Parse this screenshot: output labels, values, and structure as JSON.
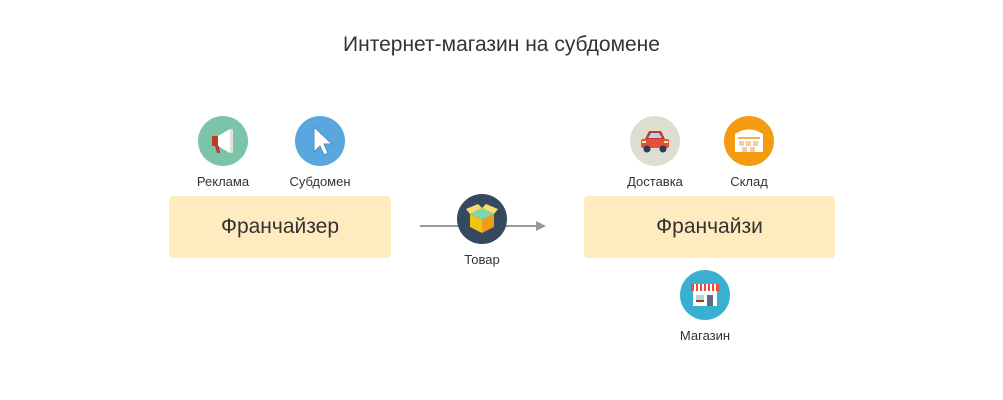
{
  "title": "Интернет-магазин на субдомене",
  "left": {
    "box_label": "Франчайзер",
    "icons": [
      {
        "label": "Реклама",
        "icon": "megaphone-icon",
        "color": "#7cc4a7"
      },
      {
        "label": "Субдомен",
        "icon": "cursor-icon",
        "color": "#5aa7e0"
      }
    ]
  },
  "middle": {
    "label": "Товар",
    "icon": "box-icon",
    "color": "#34495e"
  },
  "right": {
    "box_label": "Франчайзи",
    "icons": [
      {
        "label": "Доставка",
        "icon": "car-icon",
        "color": "#ddddd0"
      },
      {
        "label": "Склад",
        "icon": "warehouse-icon",
        "color": "#f39c12"
      },
      {
        "label": "Магазин",
        "icon": "shop-icon",
        "color": "#3ab0d0"
      }
    ]
  }
}
